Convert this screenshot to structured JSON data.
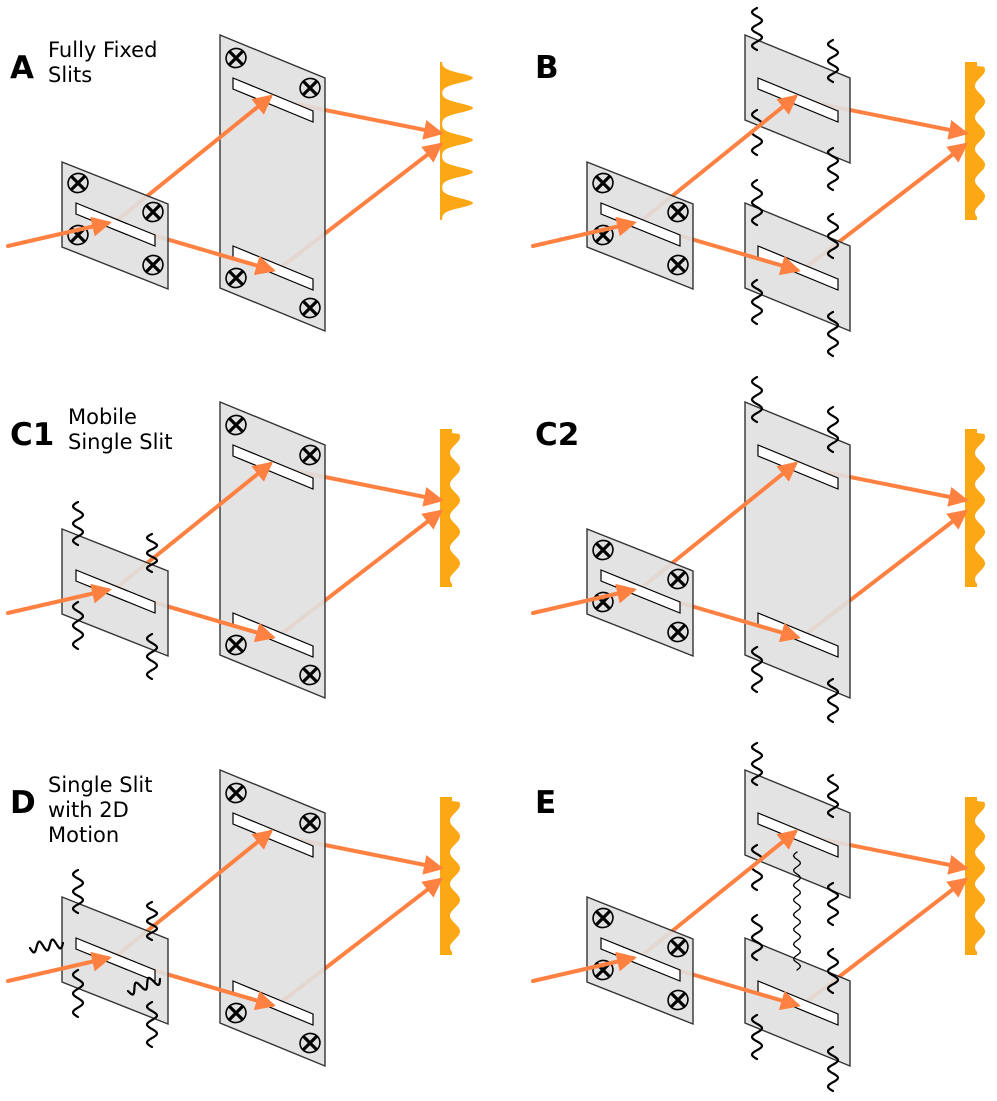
{
  "panels": [
    {
      "id": "A",
      "letter": "A",
      "title": [
        "Fully Fixed",
        "Slits"
      ],
      "first": "fixed",
      "second": "fixed",
      "pattern": "peaks"
    },
    {
      "id": "B",
      "letter": "B",
      "title": [
        "Two",
        "Independent",
        "Mobile Slits"
      ],
      "first": "fixed",
      "second": "two-mobile",
      "pattern": "wavy"
    },
    {
      "id": "C1",
      "letter": "C1",
      "title": [
        "Mobile",
        "Single Slit"
      ],
      "first": "mobile",
      "second": "fixed",
      "pattern": "wavy"
    },
    {
      "id": "C2",
      "letter": "C2",
      "title": [
        "Mobile",
        "Double Slit"
      ],
      "first": "fixed",
      "second": "mobile",
      "pattern": "wavy"
    },
    {
      "id": "D",
      "letter": "D",
      "title": [
        "Single Slit",
        "with 2D",
        "Motion"
      ],
      "first": "mobile-2d",
      "second": "fixed",
      "pattern": "wavy"
    },
    {
      "id": "E",
      "letter": "E",
      "title": [
        "Two Mobile",
        "Slits with",
        "Coupling"
      ],
      "first": "fixed",
      "second": "two-mobile-coupled",
      "pattern": "wavy"
    }
  ],
  "colors": {
    "ray": "#ff8142",
    "pattern": "#fca814",
    "plate": "#e0e0e0",
    "outline": "#333333",
    "ink": "#000000"
  },
  "icons": {
    "fixed": "screw-icon",
    "mobile": "spring-icon"
  }
}
